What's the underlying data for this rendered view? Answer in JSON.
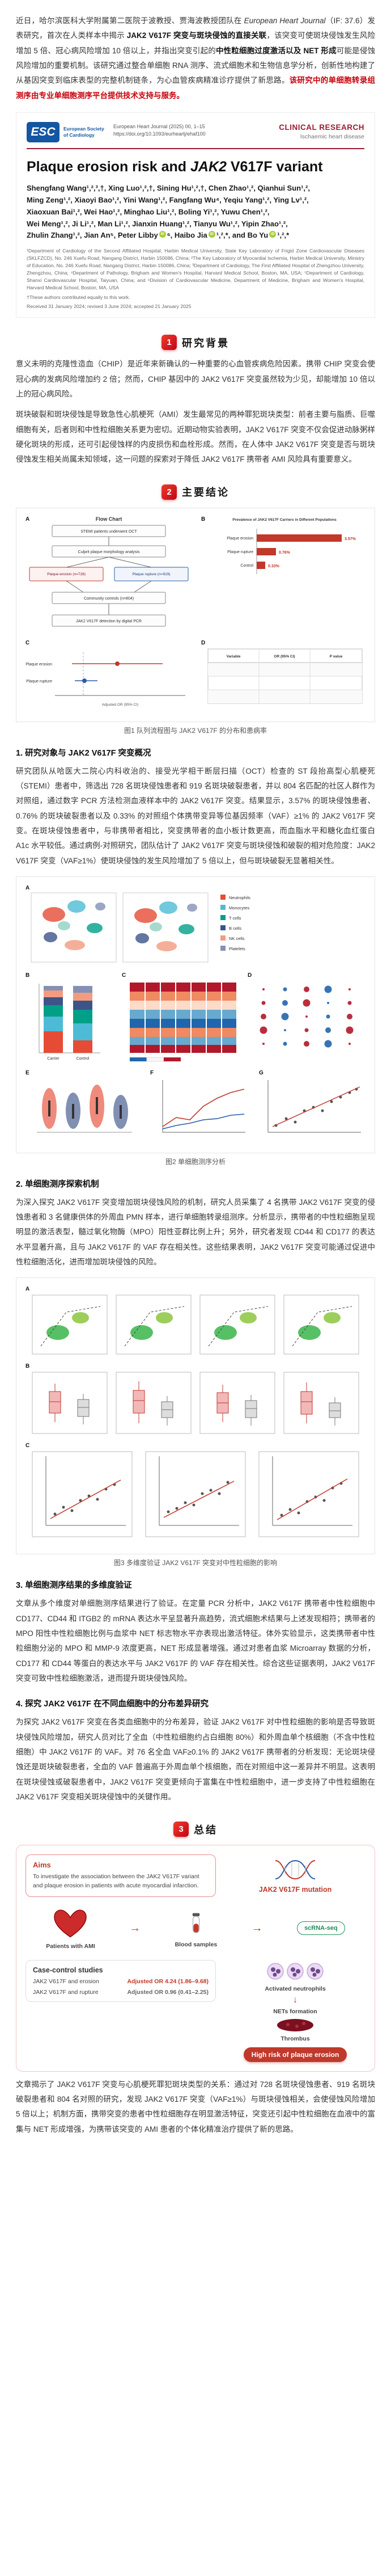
{
  "intro": {
    "p1": "近日，哈尔滨医科大学附属第二医院于波教授、贾海波教授团队在 ",
    "journal": "European Heart Journal",
    "p2": "（IF: 37.6）发表研究，首次在人类样本中揭示 ",
    "b1": "JAK2 V617F 突变与斑块侵蚀的直接关联",
    "p3": "，该突变可使斑块侵蚀发生风险增加 5 倍、冠心病风险增加 10 倍以上，并指出突变引起的",
    "b2": "中性粒细胞过度激活以及 NET 形成",
    "p4": "可能是侵蚀风险增加的重要机制。该研究通过整合单细胞 RNA 测序、流式细胞术和生物信息学分析，创新性地构建了从基因突变到临床表型的完整机制链条，为心血管疾病精准诊疗提供了新思路。",
    "highlight": "该研究中的单细胞转录组测序由专业单细胞测序平台提供技术支持与服务。"
  },
  "journal_header": {
    "logo_text": "ESC",
    "logo_sub": "European Society of Cardiology",
    "citation": "European Heart Journal (2025) 00, 1–15",
    "doi": "https://doi.org/10.1093/eurheartj/ehaf100",
    "category": "CLINICAL RESEARCH",
    "subcategory": "Ischaemic heart disease"
  },
  "paper": {
    "title_1": "Plaque erosion risk and ",
    "title_2": "JAK2",
    "title_3": " V617F variant",
    "authors_l1": "Shengfang Wang¹,²,³,†, Xing Luo¹,²,†, Sining Hu¹,²,†, Chen Zhao¹,², Qianhui Sun¹,²,",
    "authors_l2": "Ming Zeng¹,², Xiaoyi Bao¹,², Yini Wang¹,², Fangfang Wu⁴, Yeqiu Yang¹,², Ying Lv¹,²,",
    "authors_l3": "Xiaoxuan Bai¹,², Wei Hao¹,², Minghao Liu¹,², Boling Yi¹,², Yuwu Chen¹,²,",
    "authors_l4": "Wei Meng¹,², Ji Li¹,², Man Li¹,², Jianxin Huang¹,², Tianyu Wu¹,², Yipin Zhao¹,²,",
    "authors_l5a": "Zhulin Zhang¹,², Jian An⁵, Peter Libby",
    "authors_l5b": "⁶, Haibo Jia",
    "authors_l5c": "¹,²,*, and Bo Yu",
    "authors_l5d": "¹,²,*",
    "orcid": "iD",
    "affiliations": "¹Department of Cardiology of the Second Affiliated Hospital, Harbin Medical University, State Key Laboratory of Frigid Zone Cardiovascular Diseases (SKLFZCD), No. 246 Xuefu Road, Nangang District, Harbin 150086, China; ²The Key Laboratory of Myocardial Ischemia, Harbin Medical University, Ministry of Education, No. 246 Xuefu Road, Nangang District, Harbin 150086, China; ³Department of Cardiology, The First Affiliated Hospital of Zhengzhou University, Zhengzhou, China; ⁴Department of Pathology, Brigham and Women's Hospital, Harvard Medical School, Boston, MA, USA; ⁵Department of Cardiology, Shanxi Cardiovascular Hospital, Taiyuan, China; and ⁶Division of Cardiovascular Medicine, Department of Medicine, Brigham and Women's Hospital, Harvard Medical School, Boston, MA, USA",
    "equal_note": "†These authors contributed equally to this work.",
    "received": "Received 31 January 2024; revised 3 June 2024; accepted 21 January 2025"
  },
  "sections": {
    "s1_num": "1",
    "s1_title": "研究背景",
    "s1_p1": "意义未明的克隆性造血（CHIP）是近年来新确认的一种重要的心血管疾病危险因素。携带 CHIP 突变会使冠心病的发病风险增加约 2 倍；然而，CHIP 基因中的 JAK2 V617F 突变虽然较为少见，却能增加 10 倍以上的冠心病风险。",
    "s1_p2": "斑块破裂和斑块侵蚀是导致急性心肌梗死（AMI）发生最常见的两种罪犯斑块类型：前者主要与脂质、巨噬细胞有关，后者则和中性粒细胞关系更为密切。近期动物实验表明，JAK2 V617F 突变不仅会促进动脉粥样硬化斑块的形成，还可引起侵蚀样的内皮损伤和血栓形成。然而，在人体中 JAK2 V617F 突变是否与斑块侵蚀发生相关尚属未知领域，这一问题的探索对于降低 JAK2 V617F 携带者 AMI 风险具有重要意义。",
    "s2_num": "2",
    "s2_title": "主要结论",
    "s3_num": "3",
    "s3_title": "总结",
    "s3_summary": "文章揭示了 JAK2 V617F 突变与心肌梗死罪犯斑块类型的关系：通过对 728 名斑块侵蚀患者、919 名斑块破裂患者和 804 名对照的研究，发现 JAK2 V617F 突变（VAF≥1%）与斑块侵蚀相关，会使侵蚀风险增加 5 倍以上；机制方面，携带突变的患者中性粒细胞存在明显激活特征，突变还引起中性粒细胞在血液中的富集与 NET 形成增强，为携带该突变的 AMI 患者的个体化精准治疗提供了新的思路。"
  },
  "subsections": {
    "sub1_title": "1. 研究对象与 JAK2 V617F 突变概况",
    "sub1_text": "研究团队从哈医大二院心内科收治的、接受光学相干断层扫描（OCT）检查的 ST 段抬高型心肌梗死（STEMI）患者中，筛选出 728 名斑块侵蚀患者和 919 名斑块破裂患者，并以 804 名匹配的社区人群作为对照组，通过数字 PCR 方法检测血液样本中的 JAK2 V617F 突变。结果显示，3.57% 的斑块侵蚀患者、0.76% 的斑块破裂患者以及 0.33% 的对照组个体携带变异等位基因频率（VAF）≥1% 的 JAK2 V617F 突变。在斑块侵蚀患者中，与非携带者相比，突变携带者的血小板计数更高，而血脂水平和糖化血红蛋白 A1c 水平较低。通过病例-对照研究，团队估计了 JAK2 V617F 突变与斑块侵蚀和破裂的相对危险度：JAK2 V617F 突变（VAF≥1%）使斑块侵蚀的发生风险增加了 5 倍以上，但与斑块破裂无显著相关性。",
    "sub2_title": "2. 单细胞测序探索机制",
    "sub2_text": "为深入探究 JAK2 V617F 突变增加斑块侵蚀风险的机制，研究人员采集了 4 名携带 JAK2 V617F 突变的侵蚀患者和 3 名健康供体的外周血 PMN 样本，进行单细胞转录组测序。分析显示，携带者的中性粒细胞呈现明显的激活表型，髓过氧化物酶（MPO）阳性亚群比例上升；另外，研究者发现 CD44 和 CD177 的表达水平显著升高，且与 JAK2 V617F 的 VAF 存在相关性。这些结果表明，JAK2 V617F 突变可能通过促进中性粒细胞活化，进而增加斑块侵蚀的风险。",
    "sub3_title": "3. 单细胞测序结果的多维度验证",
    "sub3_text": "文章从多个维度对单细胞测序结果进行了验证。在定量 PCR 分析中，JAK2 V617F 携带者中性粒细胞中 CD177、CD44 和 ITGB2 的 mRNA 表达水平呈显著升高趋势，流式细胞术结果与上述发现相符；携带者的 MPO 阳性中性粒细胞比例与血浆中 NET 标志物水平亦表现出激活特征。体外实验显示，这类携带者中性粒细胞分泌的 MPO 和 MMP-9 浓度更高，NET 形成显著增强。通过对患者血浆 Microarray 数据的分析，CD177 和 CD44 等蛋白的表达水平与 JAK2 V617F 的 VAF 存在相关性。综合这些证据表明，JAK2 V617F 突变可致中性粒细胞激活，进而提升斑块侵蚀风险。",
    "sub4_title": "4. 探究 JAK2 V617F 在不同血细胞中的分布差异研究",
    "sub4_text": "为探究 JAK2 V617F 突变在各类血细胞中的分布差异，验证 JAK2 V617F 对中性粒细胞的影响是否导致斑块侵蚀风险增加，研究人员对比了全血（中性粒细胞约占白细胞 80%）和外周血单个核细胞（不含中性粒细胞）中 JAK2 V617F 的 VAF。对 76 名全血 VAF≥0.1% 的 JAK2 V617F 携带者的分析发现：无论斑块侵蚀还是斑块破裂患者，全血的 VAF 普遍高于外周血单个核细胞，而在对照组中这一差异并不明显。这表明在斑块侵蚀或破裂患者中，JAK2 V617F 突变更倾向于富集在中性粒细胞中，进一步支持了中性粒细胞在 JAK2 V617F 突变相关斑块侵蚀中的关键作用。"
  },
  "figures": {
    "fig1": {
      "panel_a": "A",
      "panel_b": "B",
      "panel_c": "C",
      "panel_d": "D",
      "flow_title": "Flow Chart",
      "flow": [
        "STEMI patients underwent OCT",
        "Culprit plaque morphology analysis",
        "Plaque erosion (n=728)",
        "Plaque rupture (n=919)",
        "Community controls (n=804)",
        "JAK2 V617F detection by digital PCR"
      ],
      "panel_b_title": "Prevalence of JAK2 V617F Carriers in Different Populations",
      "groups": [
        "Plaque erosion",
        "Plaque rupture",
        "Control"
      ],
      "prevalence": [
        "3.57%",
        "0.76%",
        "0.33%"
      ],
      "forest": [
        "Plaque erosion",
        "Plaque rupture"
      ],
      "forest_axis": "Adjusted OR (95% CI)",
      "table_headers": [
        "Variable",
        "OR (95% CI)",
        "P value"
      ],
      "caption": "图1 队列流程图与 JAK2 V617F 的分布和患病率"
    },
    "fig2": {
      "panels": [
        "A",
        "B",
        "C",
        "D",
        "E",
        "F",
        "G"
      ],
      "clusters": [
        "Neutrophils",
        "Monocytes",
        "T cells",
        "B cells",
        "NK cells",
        "Platelets"
      ],
      "bar_groups": [
        "Carrier",
        "Control"
      ],
      "caption": "图2 单细胞测序分析"
    },
    "fig3": {
      "panels": [
        "A",
        "B",
        "C"
      ],
      "caption": "图3 多维度验证 JAK2 V617F 突变对中性粒细胞的影响"
    },
    "abstract": {
      "aims_title": "Aims",
      "aims_text": "To investigate the association between the JAK2 V617F variant and plaque erosion in patients with acute myocardial infarction.",
      "mutation_label": "JAK2 V617F mutation",
      "patients_label": "Patients with AMI",
      "blood_label": "Blood samples",
      "scrna_label": "scRNA-seq",
      "cc_title": "Case-control studies",
      "erosion_label": "JAK2 V617F and erosion",
      "erosion_or": "Adjusted OR 4.24 (1.86–9.68)",
      "rupture_label": "JAK2 V617F and rupture",
      "rupture_or": "Adjusted OR 0.96 (0.41–2.25)",
      "neutrophil_label": "Activated neutrophils",
      "nets_label": "NETs formation",
      "thrombus_label": "Thrombus",
      "risk_label": "High risk of plaque erosion"
    }
  }
}
